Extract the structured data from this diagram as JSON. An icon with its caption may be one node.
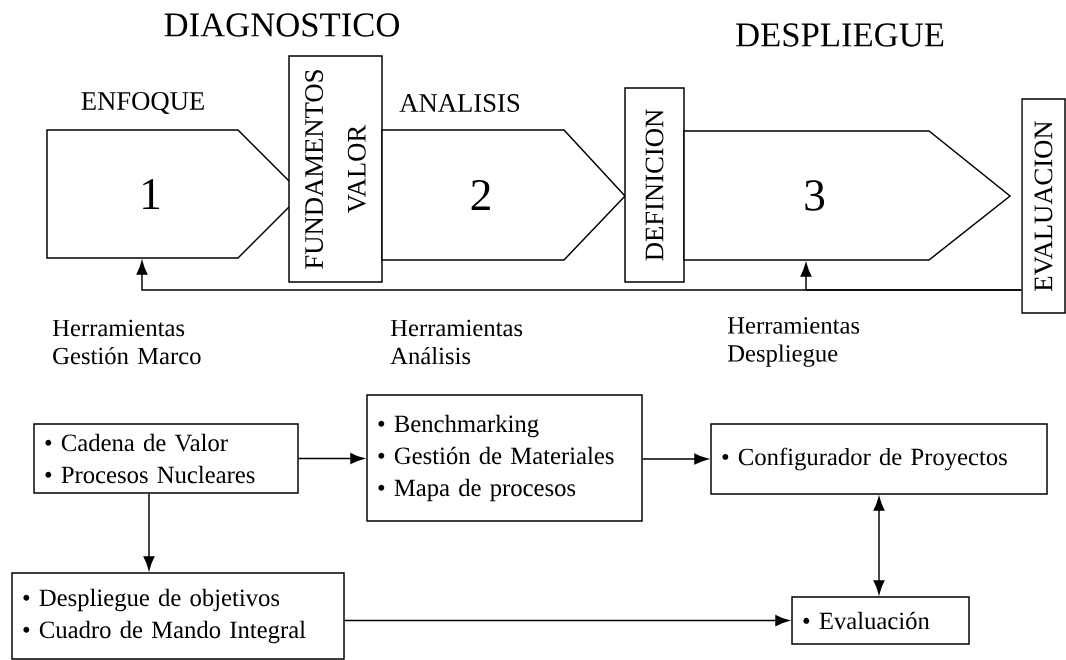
{
  "diagram": {
    "nodes": [
      {
        "text": [
          "ENFOQUE",
          "1"
        ]
      },
      {
        "text": [
          "FUNDAMENTOS VALOR"
        ]
      },
      {
        "text": [
          "ANALISIS",
          "2"
        ]
      },
      {
        "text": [
          "DEFINICION"
        ]
      },
      {
        "text": [
          "3"
        ]
      },
      {
        "text": [
          "EVALUACION"
        ]
      },
      {
        "text": [
          "• Cadena de Valor",
          "• Procesos Nucleares"
        ]
      },
      {
        "text": [
          "• Benchmarking",
          "• Gestión de Materiales",
          "• Mapa de procesos"
        ]
      },
      {
        "text": [
          "• Configurador de Proyectos"
        ]
      },
      {
        "text": [
          "• Despliegue de objetivos",
          "• Cuadro de Mando Integral"
        ]
      },
      {
        "text": [
          "• Evaluación"
        ]
      }
    ],
    "edges": [
      {
        "from": 5,
        "to": 4,
        "arrow": "to"
      },
      {
        "from": 5,
        "to": 0,
        "arrow": "to"
      },
      {
        "from": 6,
        "to": 7,
        "arrow": "to"
      },
      {
        "from": 6,
        "to": 9,
        "arrow": "to"
      },
      {
        "from": 7,
        "to": 8,
        "arrow": "to"
      },
      {
        "from": 9,
        "to": 10,
        "arrow": "to"
      },
      {
        "from": 8,
        "to": 10,
        "arrow": "both"
      }
    ],
    "labels": [
      "DIAGNOSTICO",
      "DESPLIEGUE",
      "Herramientas Gestión Marco",
      "Herramientas Análisis",
      "Herramientas Despliegue"
    ]
  }
}
